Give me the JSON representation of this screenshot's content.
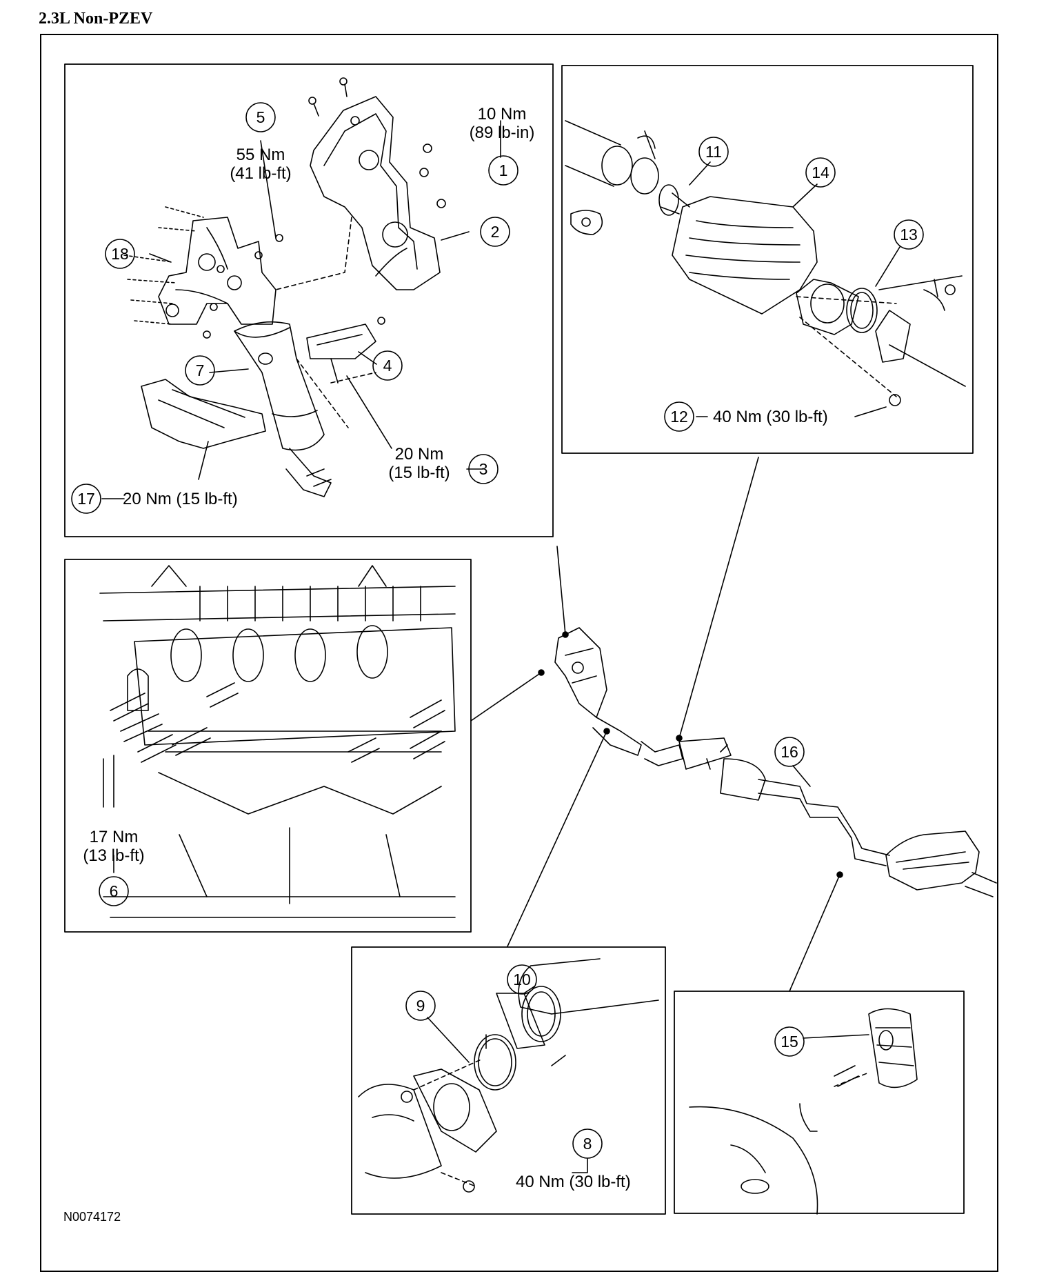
{
  "title": "2.3L Non-PZEV",
  "figure_id": "N0074172",
  "callouts": [
    "1",
    "2",
    "3",
    "4",
    "5",
    "6",
    "7",
    "8",
    "9",
    "10",
    "11",
    "12",
    "13",
    "14",
    "15",
    "16",
    "17",
    "18"
  ],
  "torque": {
    "c1": {
      "nm": "10 Nm",
      "imp": "(89 lb-in)"
    },
    "c3": {
      "nm": "20 Nm",
      "imp": "(15 lb-ft)"
    },
    "c5": {
      "nm": "55 Nm",
      "imp": "(41 lb-ft)"
    },
    "c6": {
      "nm": "17 Nm",
      "imp": "(13 lb-ft)"
    },
    "c8": "40 Nm (30 lb-ft)",
    "c12": "40 Nm (30 lb-ft)",
    "c17": "20 Nm (15 lb-ft)"
  }
}
